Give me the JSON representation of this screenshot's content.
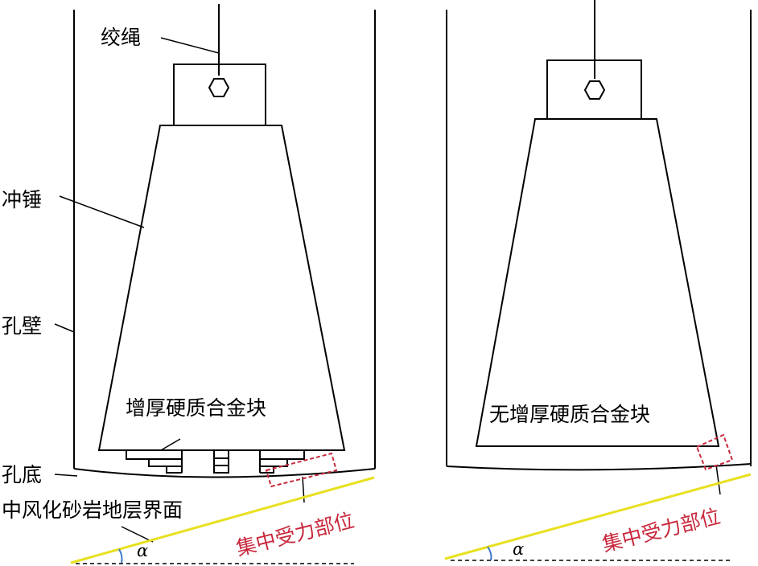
{
  "colors": {
    "line": "#000000",
    "interface": "#e8e020",
    "stress": "#c8283c",
    "angle_arc": "#3a78c8"
  },
  "left": {
    "labels": {
      "rope": "绞绳",
      "hammer": "冲锤",
      "wall": "孔壁",
      "bottom": "孔底",
      "interface": "中风化砂岩地层界面",
      "alloy": "增厚硬质合金块",
      "stress": "集中受力部位",
      "angle": "α"
    }
  },
  "right": {
    "labels": {
      "alloy": "无增厚硬质合金块",
      "stress": "集中受力部位",
      "angle": "α"
    }
  }
}
